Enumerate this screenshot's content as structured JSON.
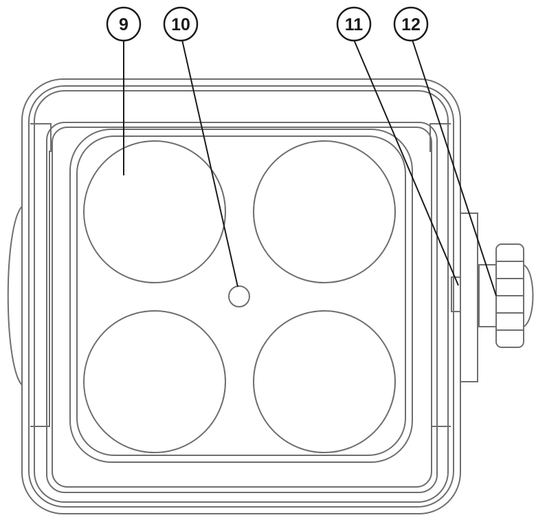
{
  "callouts": [
    {
      "id": "callout-9",
      "label": "9"
    },
    {
      "id": "callout-10",
      "label": "10"
    },
    {
      "id": "callout-11",
      "label": "11"
    },
    {
      "id": "callout-12",
      "label": "12"
    }
  ],
  "colors": {
    "stroke": "#6e6e6e",
    "callout_stroke": "#1a1a1a",
    "background": "#ffffff"
  }
}
